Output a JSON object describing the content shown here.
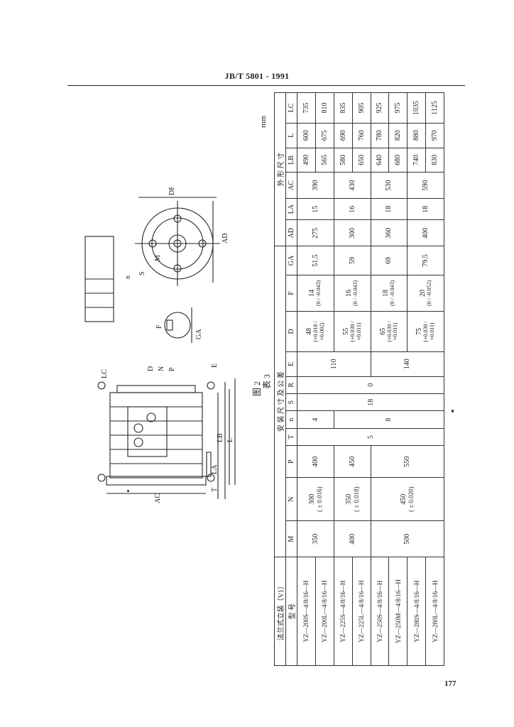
{
  "header": {
    "standard": "JB/T 5801 - 1991"
  },
  "page_number": "177",
  "unit": "mm",
  "figure": {
    "caption": "图 2",
    "labels": {
      "ac": "AC",
      "lc": "LC",
      "la": "LA",
      "lb": "LB",
      "l": "L",
      "t": "T",
      "e": "E",
      "d": "D",
      "n": "N",
      "p": "P",
      "ad": "AD",
      "df": "DF",
      "s": "S",
      "m": "M",
      "nn": "n",
      "ga": "GA",
      "f": "F"
    }
  },
  "table": {
    "title": "表 3",
    "corner_title": "法兰式立装（V1）",
    "col_model": "型  号",
    "group_install": "安 装 尺 寸 及 公 差",
    "group_outline": "外 形 尺 寸",
    "cols_install": [
      "M",
      "N",
      "P",
      "T",
      "n",
      "S",
      "R",
      "E",
      "D",
      "F",
      "GA"
    ],
    "cols_outline": [
      "AD",
      "LA",
      "AC",
      "LB",
      "L",
      "LC"
    ],
    "models": [
      "YZ—200S—4/8/16—H",
      "YZ—200L—4/8/16—H",
      "YZ—225S—4/8/16—H",
      "YZ—225L—4/8/16—H",
      "YZ—250S—4/8/16—H",
      "YZ—250M—4/8/16—H",
      "YZ—280S—4/8/16—H",
      "YZ—280L—4/8/16—H"
    ],
    "M": [
      "350",
      "400",
      "500"
    ],
    "N": [
      {
        "value": "300",
        "tol": "( ± 0.016)"
      },
      {
        "value": "350",
        "tol": "( ± 0.018)"
      },
      {
        "value": "450",
        "tol": "( ± 0.020)"
      }
    ],
    "P": [
      "400",
      "450",
      "550"
    ],
    "T": [
      "5"
    ],
    "n": [
      "4",
      "8"
    ],
    "S": [
      "18"
    ],
    "R": [
      "0"
    ],
    "E": [
      "110",
      "140"
    ],
    "D": [
      {
        "value": "48",
        "tol": "(+0.018 / +0.002)"
      },
      {
        "value": "55",
        "tol": "(+0.030 / +0.011)"
      },
      {
        "value": "65",
        "tol": "(+0.030 / +0.011)"
      },
      {
        "value": "75",
        "tol": "(+0.030 / +0.011)"
      }
    ],
    "F": [
      {
        "value": "14",
        "tol": "(0 / -0.043)"
      },
      {
        "value": "16",
        "tol": "(0 / -0.043)"
      },
      {
        "value": "18",
        "tol": "(0 / -0.043)"
      },
      {
        "value": "20",
        "tol": "(0 / -0.052)"
      }
    ],
    "GA": [
      "51.5",
      "59",
      "69",
      "79.5"
    ],
    "AD": [
      "275",
      "300",
      "360",
      "400"
    ],
    "LA": [
      "15",
      "16",
      "18",
      "18"
    ],
    "AC": [
      "390",
      "430",
      "530",
      "590"
    ],
    "LB": [
      "490",
      "565",
      "580",
      "650",
      "640",
      "680",
      "740",
      "830"
    ],
    "L": [
      "600",
      "675",
      "690",
      "760",
      "780",
      "820",
      "880",
      "970"
    ],
    "LC": [
      "735",
      "810",
      "835",
      "905",
      "925",
      "975",
      "1035",
      "1125"
    ]
  }
}
